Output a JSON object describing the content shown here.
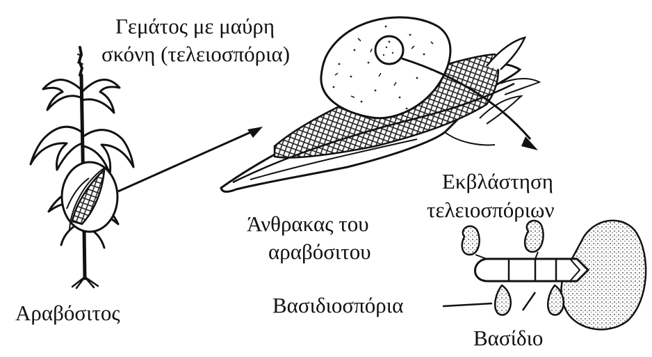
{
  "labels": {
    "spores_line1": "Γεμάτος με μαύρη",
    "spores_line2": "σκόνη (τελειοσπόρια)",
    "germination_line1": "Εκβλάστηση",
    "germination_line2": "τελειοσπόριων",
    "smut_line1": "Άνθρακας του",
    "smut_line2": "αραβόσιτου",
    "maize": "Αραβόσιτος",
    "basidiospores": "Βασιδιοσπόρια",
    "basidium": "Βασίδιο"
  },
  "colors": {
    "ink": "#111111",
    "background": "#ffffff"
  }
}
